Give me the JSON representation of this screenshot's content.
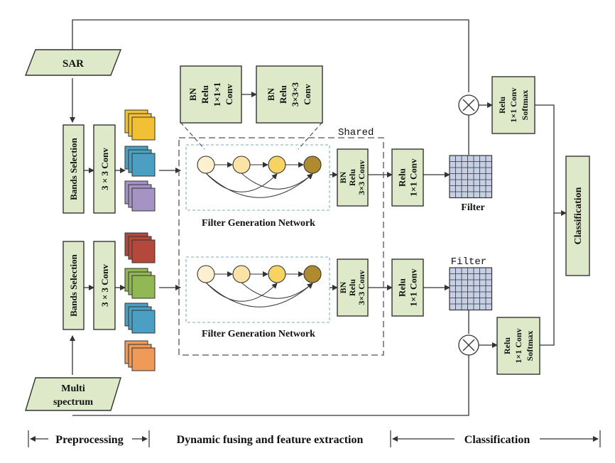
{
  "inputs": {
    "sar": "SAR",
    "multi_line1": "Multi",
    "multi_line2": "spectrum"
  },
  "preproc": {
    "bands_selection": "Bands Selection",
    "conv3x3": "3 × 3 Conv"
  },
  "fgn": {
    "label": "Filter Generation Network",
    "shared": "Shared",
    "detail_box1": [
      "BN",
      "Relu",
      "1×1×1",
      "Conv"
    ],
    "detail_box2": [
      "BN",
      "Relu",
      "3×3×3",
      "Conv"
    ]
  },
  "blocks": {
    "bn_relu_conv": [
      "BN",
      "Relu",
      "3×3 Conv"
    ],
    "relu_conv1x1": [
      "Relu",
      "1×1 Conv"
    ],
    "relu_conv_softmax": [
      "Relu",
      "1×1 Conv",
      "Softmax"
    ],
    "classification_box": "Classification"
  },
  "filter_label_top": "Filter",
  "filter_label_bottom": "Filter",
  "stages": {
    "preprocessing": "Preprocessing",
    "dynamic": "Dynamic fusing and feature extraction",
    "classification": "Classification"
  },
  "colors": {
    "block_fill": "#dde9c9",
    "filter_fill": "#c5d0e6",
    "node_colors": [
      "#fdf0cf",
      "#fbe3a6",
      "#f6d363",
      "#b08a2e"
    ],
    "cube_yellow": "#f2c035",
    "cube_blue": "#4a9fc2",
    "cube_purple": "#a593c4",
    "cube_red": "#b5483c",
    "cube_green": "#92b755",
    "cube_blue2": "#4a9fc2",
    "cube_orange": "#ef9a59"
  }
}
